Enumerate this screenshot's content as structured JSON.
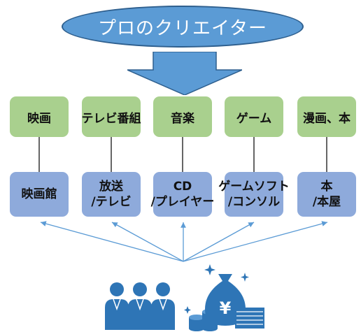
{
  "title": "プロのクリエイター",
  "media": [
    {
      "label": "映画"
    },
    {
      "label": "テレビ番組"
    },
    {
      "label": "音楽"
    },
    {
      "label": "ゲーム"
    },
    {
      "label": "漫画、本"
    }
  ],
  "distribution": [
    {
      "lines": [
        "映画館"
      ]
    },
    {
      "lines": [
        "放送",
        "/テレビ"
      ]
    },
    {
      "lines": [
        "CD",
        "/プレイヤー"
      ]
    },
    {
      "lines": [
        "ゲームソフト",
        "/コンソル"
      ]
    },
    {
      "lines": [
        "本",
        "/本屋"
      ]
    }
  ],
  "icons": [
    "people-icon",
    "money-bag-yen-icon",
    "coin-stack-icon",
    "banknote-stack-icon",
    "sparkle-icon"
  ],
  "colors": {
    "title_fill": "#5b9bd5",
    "media_fill": "#a9d08e",
    "distribution_fill": "#8eaadb",
    "icon_blue": "#2e75b6",
    "arrow_lines": "#5b9bd5"
  }
}
